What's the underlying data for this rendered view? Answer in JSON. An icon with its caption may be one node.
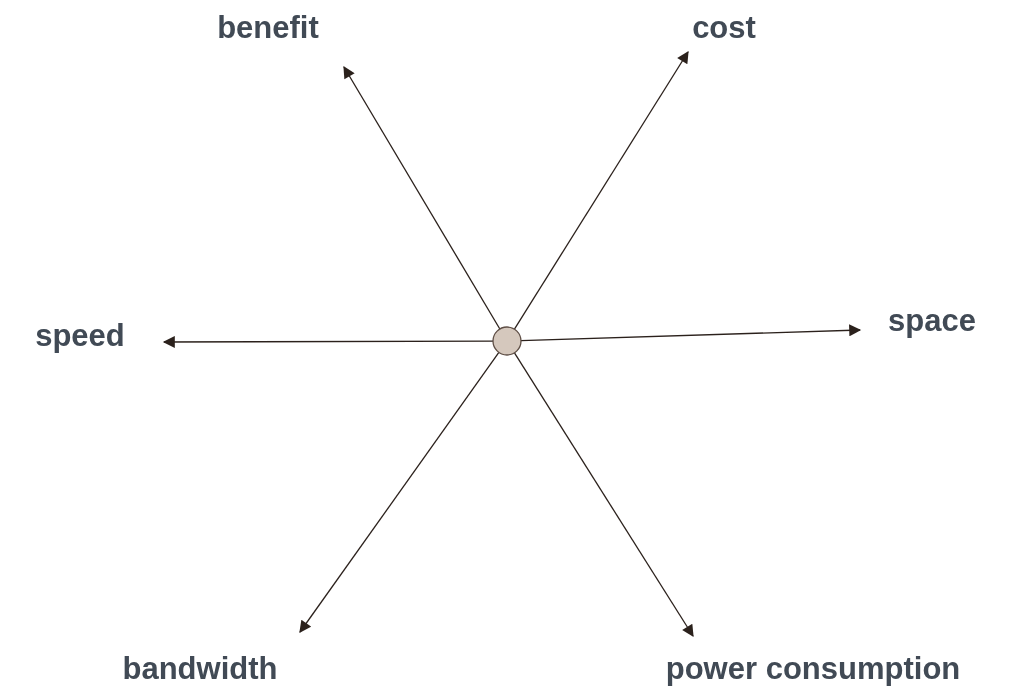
{
  "diagram": {
    "nodes": [
      {
        "text": [],
        "shape": "circle"
      },
      {
        "text": [
          "benefit"
        ]
      },
      {
        "text": [
          "cost"
        ]
      },
      {
        "text": [
          "speed"
        ]
      },
      {
        "text": [
          "space"
        ]
      },
      {
        "text": [
          "bandwidth"
        ]
      },
      {
        "text": [
          "power consumption"
        ]
      }
    ],
    "edges": [
      {
        "from": 0,
        "to": 1,
        "arrow": "to"
      },
      {
        "from": 0,
        "to": 2,
        "arrow": "to"
      },
      {
        "from": 0,
        "to": 3,
        "arrow": "to"
      },
      {
        "from": 0,
        "to": 4,
        "arrow": "to"
      },
      {
        "from": 0,
        "to": 5,
        "arrow": "to"
      },
      {
        "from": 0,
        "to": 6,
        "arrow": "to"
      }
    ]
  }
}
